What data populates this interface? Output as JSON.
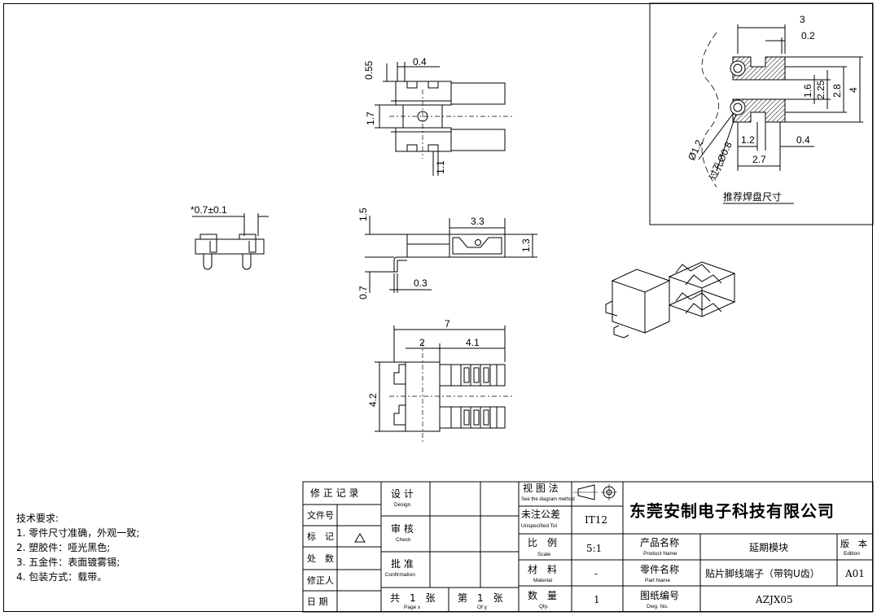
{
  "views": {
    "top": {
      "dim_055": "0.55",
      "dim_04": "0.4",
      "dim_17": "1.7",
      "dim_11": "1.1"
    },
    "front": {
      "dim_15": "1.5",
      "dim_33": "3.3",
      "dim_13": "1.3",
      "dim_07": "0.7",
      "dim_03": "0.3"
    },
    "bottom": {
      "dim_7": "7",
      "dim_2": "2",
      "dim_41": "4.1",
      "dim_42": "4.2"
    },
    "side": {
      "tolerance": "*0.7±0.1"
    }
  },
  "pad_layout": {
    "dim_3": "3",
    "dim_02": "0.2",
    "dim_16": "1.6",
    "dim_225": "2.25",
    "dim_28": "2.8",
    "dim_4": "4",
    "dim_12": "1.2",
    "dim_04": "0.4",
    "dim_27": "2.7",
    "dia_12": "Ø1.2",
    "via": "过孔Ø0.8",
    "title": "推荐焊盘尺寸"
  },
  "tech_requirements": {
    "title": "技术要求:",
    "items": [
      "1. 零件尺寸准确，外观一致;",
      "2. 塑胶件：哑光黑色;",
      "3. 五金件：表面镀雾锡;",
      "4. 包装方式：载带。"
    ]
  },
  "title_block": {
    "revision_record": "修 正 记 录",
    "doc_no": "文件号",
    "mark": "标　记",
    "place_count": "处　数",
    "reviser": "修正人",
    "date": "日 期",
    "design_cn": "设 计",
    "design_en": "Design",
    "check_cn": "审 核",
    "check_en": "Check",
    "confirm_cn": "批 准",
    "confirm_en": "Confirmation",
    "total_cn": "共　1　张",
    "total_en": "Page x",
    "sheet_cn": "第　1　张",
    "sheet_en": "Of y",
    "view_method_cn": "视 图 法",
    "view_method_en": "See the diagram method",
    "tol_cn": "未注公差",
    "tol_en": "Unspecified Tol",
    "tol_value": "IT12",
    "scale_cn": "比　例",
    "scale_en": "Scale",
    "scale_value": "5:1",
    "material_cn": "材　料",
    "material_en": "Material",
    "material_value": "-",
    "qty_cn": "数　量",
    "qty_en": "Qty.",
    "qty_value": "1",
    "company": "东莞安制电子科技有限公司",
    "product_name_cn": "产品名称",
    "product_name_en": "Product Name",
    "product_name_value": "延期模块",
    "part_name_cn": "零件名称",
    "part_name_en": "Part Name",
    "part_name_value": "贴片脚线端子（带钩U齿）",
    "dwg_no_cn": "图纸编号",
    "dwg_no_en": "Dwg. No.",
    "dwg_no_value": "AZJX05",
    "edition_cn": "版　本",
    "edition_en": "Edition",
    "edition_value": "A01"
  }
}
